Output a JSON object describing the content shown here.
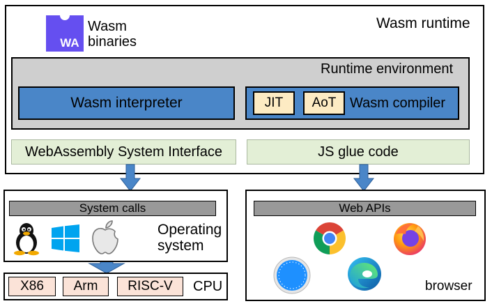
{
  "runtime": {
    "title": "Wasm runtime",
    "logo_text": "WA",
    "binaries_label_line1": "Wasm",
    "binaries_label_line2": "binaries"
  },
  "runtime_environment": {
    "label": "Runtime environment",
    "interpreter_label": "Wasm interpreter",
    "compiler_label": "Wasm compiler",
    "jit_label": "JIT",
    "aot_label": "AoT"
  },
  "interfaces": {
    "wasi_label": "WebAssembly System Interface",
    "js_glue_label": "JS glue code"
  },
  "operating_system": {
    "syscalls_label": "System calls",
    "label_line1": "Operating",
    "label_line2": "system",
    "icons": [
      "linux-tux-icon",
      "windows-icon",
      "apple-icon"
    ]
  },
  "cpu": {
    "label": "CPU",
    "architectures": [
      "X86",
      "Arm",
      "RISC-V"
    ]
  },
  "browser": {
    "webapis_label": "Web APIs",
    "label": "browser",
    "icons": [
      "chrome-icon",
      "firefox-icon",
      "safari-icon",
      "edge-icon"
    ]
  },
  "colors": {
    "wasm_purple": "#654ff0",
    "blue_box": "#4a86c8",
    "runtime_env_gray": "#cfcfcf",
    "interface_green": "#e3efd6",
    "compiler_chip": "#fdebc3",
    "cpu_chip": "#fbe3d8",
    "api_bar_gray": "#999999"
  }
}
